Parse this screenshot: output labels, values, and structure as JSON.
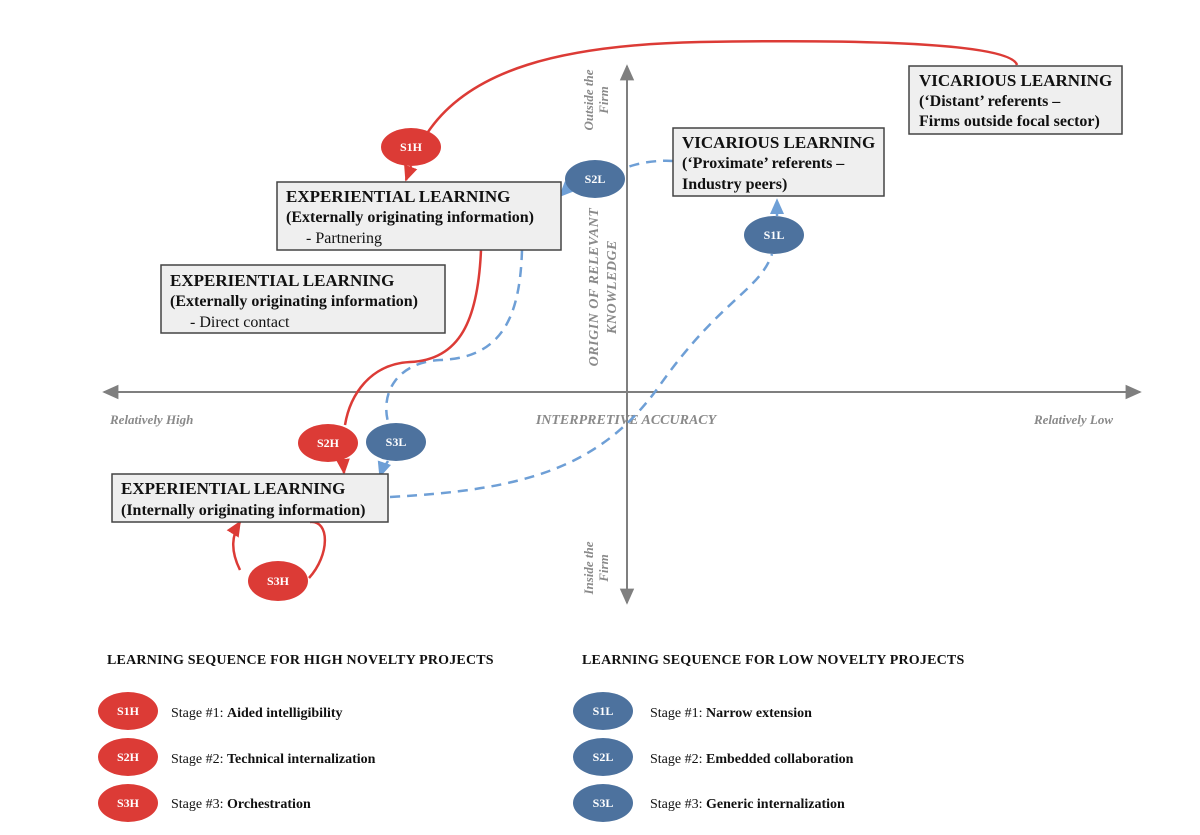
{
  "colors": {
    "high": "#dc3b36",
    "low": "#4d729e",
    "low_line": "#6e9fd6",
    "axis": "#7f7f7f",
    "box_fill": "#efefef",
    "box_border": "#444444"
  },
  "axes": {
    "x_left": "Relatively High",
    "x_center": "INTERPRETIVE ACCURACY",
    "x_right": "Relatively Low",
    "y_title_line1": "ORIGIN OF RELEVANT",
    "y_title_line2": "KNOWLEDGE",
    "y_top_line1": "Outside the",
    "y_top_line2": "Firm",
    "y_bottom_line1": "Inside the",
    "y_bottom_line2": "Firm"
  },
  "boxes": {
    "distant": {
      "title": "VICARIOUS LEARNING",
      "line2": "(‘Distant’ referents –",
      "line3": "Firms outside focal sector)"
    },
    "proximate": {
      "title": "VICARIOUS LEARNING",
      "line2": "(‘Proximate’ referents –",
      "line3": "Industry peers)"
    },
    "partnering": {
      "title": "EXPERIENTIAL LEARNING",
      "line2": "(Externally originating information)",
      "line3": "- Partnering"
    },
    "direct": {
      "title": "EXPERIENTIAL LEARNING",
      "line2": "(Externally originating information)",
      "line3": "- Direct contact"
    },
    "internal": {
      "title": "EXPERIENTIAL LEARNING",
      "line2": "(Internally originating information)"
    }
  },
  "badges": {
    "s1h": "S1H",
    "s2h": "S2H",
    "s3h": "S3H",
    "s1l": "S1L",
    "s2l": "S2L",
    "s3l": "S3L"
  },
  "legend": {
    "high_heading": "LEARNING SEQUENCE FOR HIGH NOVELTY PROJECTS",
    "low_heading": "LEARNING SEQUENCE FOR LOW NOVELTY PROJECTS",
    "high": [
      {
        "badge": "S1H",
        "stage": "Stage #1: ",
        "name": "Aided intelligibility"
      },
      {
        "badge": "S2H",
        "stage": "Stage #2: ",
        "name": "Technical internalization"
      },
      {
        "badge": "S3H",
        "stage": "Stage #3: ",
        "name": "Orchestration"
      }
    ],
    "low": [
      {
        "badge": "S1L",
        "stage": "Stage #1: ",
        "name": "Narrow extension"
      },
      {
        "badge": "S2L",
        "stage": "Stage #2: ",
        "name": "Embedded collaboration"
      },
      {
        "badge": "S3L",
        "stage": "Stage #3: ",
        "name": "Generic internalization"
      }
    ]
  }
}
